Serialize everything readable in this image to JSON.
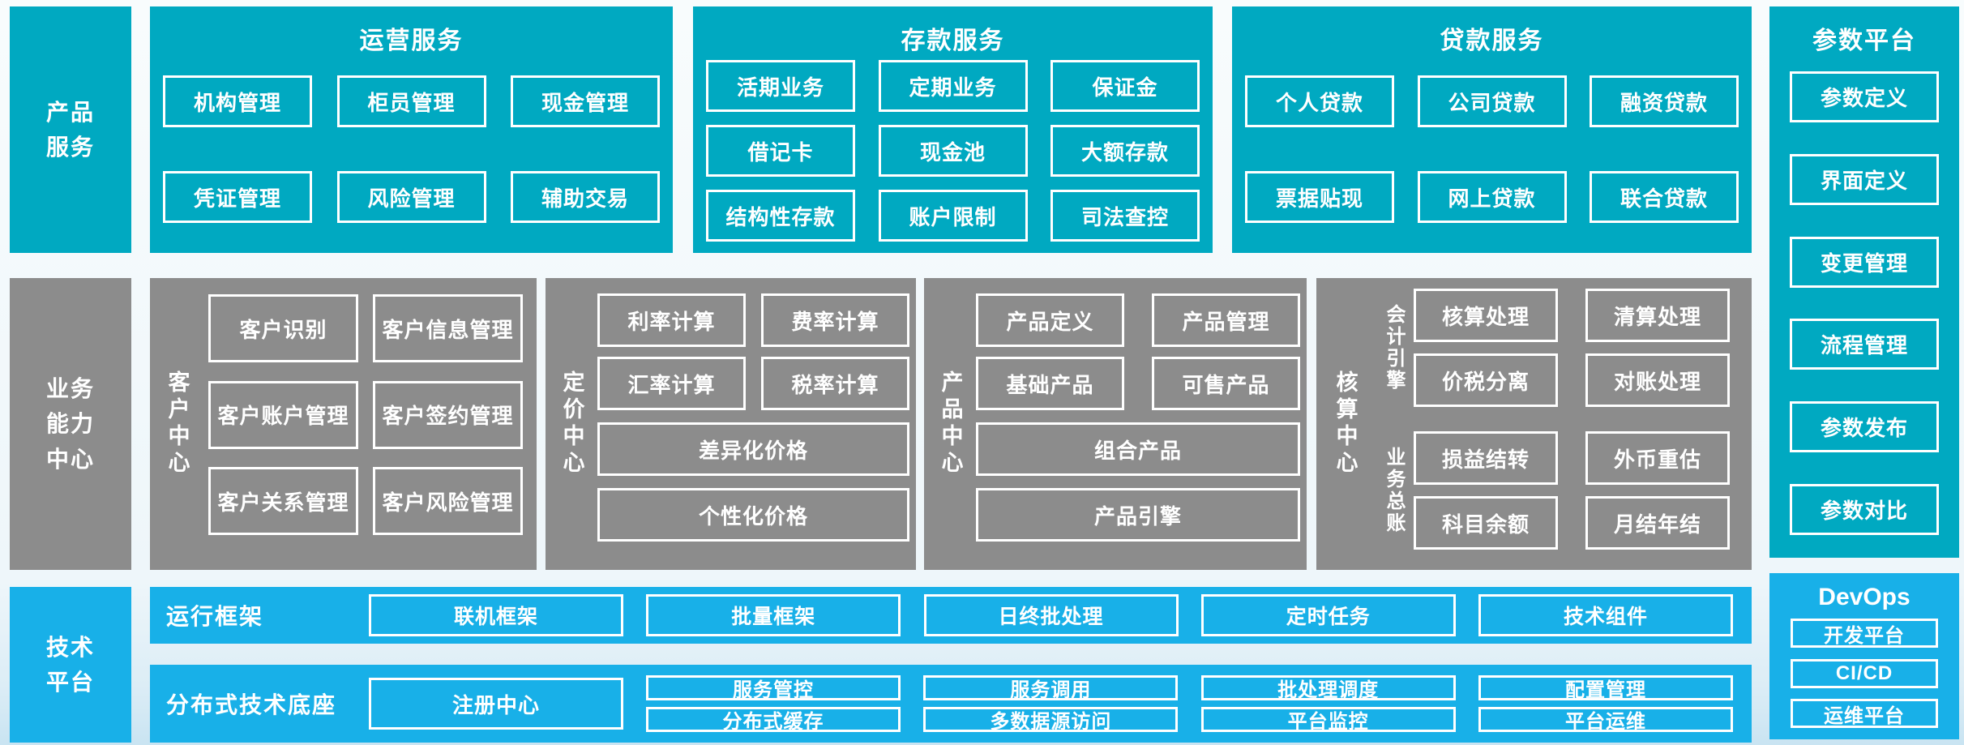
{
  "palette": {
    "teal": "#00a9c1",
    "gray": "#8c8c8c",
    "blue": "#18b0e8"
  },
  "sidebars": {
    "product": "产品\n服务",
    "business": "业务\n能力\n中心",
    "tech": "技术\n平台"
  },
  "ops": {
    "title": "运营服务",
    "items": [
      "机构管理",
      "柜员管理",
      "现金管理",
      "凭证管理",
      "风险管理",
      "辅助交易"
    ]
  },
  "deposit": {
    "title": "存款服务",
    "items": [
      "活期业务",
      "定期业务",
      "保证金",
      "借记卡",
      "现金池",
      "大额存款",
      "结构性存款",
      "账户限制",
      "司法查控"
    ]
  },
  "loan": {
    "title": "贷款服务",
    "items": [
      "个人贷款",
      "公司贷款",
      "融资贷款",
      "票据贴现",
      "网上贷款",
      "联合贷款"
    ]
  },
  "param": {
    "title": "参数平台",
    "items": [
      "参数定义",
      "界面定义",
      "变更管理",
      "流程管理",
      "参数发布",
      "参数对比"
    ]
  },
  "customer": {
    "label": "客户中心",
    "items": [
      "客户识别",
      "客户信息管理",
      "客户账户管理",
      "客户签约管理",
      "客户关系管理",
      "客户风险管理"
    ]
  },
  "pricing": {
    "label": "定价中心",
    "items": [
      "利率计算",
      "费率计算",
      "汇率计算",
      "税率计算"
    ],
    "wide": [
      "差异化价格",
      "个性化价格"
    ]
  },
  "product_center": {
    "label": "产品中心",
    "items": [
      "产品定义",
      "产品管理",
      "基础产品",
      "可售产品"
    ],
    "wide": [
      "组合产品",
      "产品引擎"
    ]
  },
  "accounting": {
    "label": "核算中心",
    "groups": [
      {
        "label": "会计引擎",
        "items": [
          "核算处理",
          "清算处理",
          "价税分离",
          "对账处理"
        ]
      },
      {
        "label": "业务总账",
        "items": [
          "损益结转",
          "外币重估",
          "科目余额",
          "月结年结"
        ]
      }
    ]
  },
  "runtime": {
    "label": "运行框架",
    "items": [
      "联机框架",
      "批量框架",
      "日终批处理",
      "定时任务",
      "技术组件"
    ]
  },
  "distributed": {
    "label": "分布式技术底座",
    "tall_item": "注册中心",
    "rows": [
      [
        "服务管控",
        "服务调用",
        "批处理调度",
        "配置管理"
      ],
      [
        "分布式缓存",
        "多数据源访问",
        "平台监控",
        "平台运维"
      ]
    ]
  },
  "devops": {
    "title": "DevOps",
    "items": [
      "开发平台",
      "CI/CD",
      "运维平台"
    ]
  }
}
